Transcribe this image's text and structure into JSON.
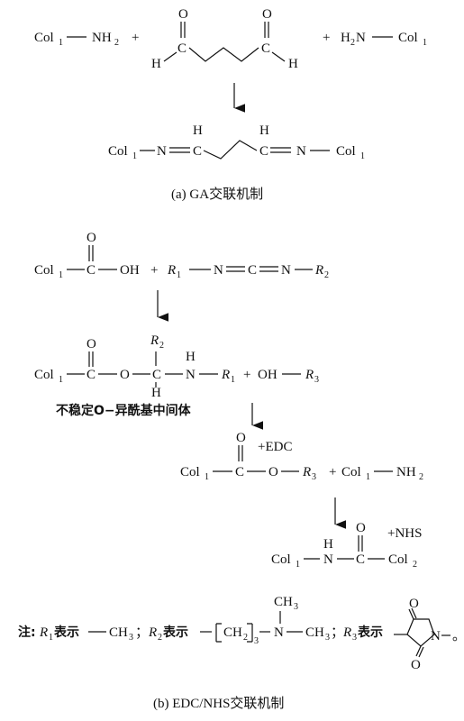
{
  "col1": "Col",
  "col2": "Col",
  "sub1": "1",
  "sub2": "2",
  "sub3": "3",
  "nh2": "NH",
  "h2n_h": "H",
  "h2n_n": "N",
  "plus": "+",
  "o": "O",
  "h": "H",
  "c": "C",
  "n": "N",
  "oh": "OH",
  "r": "R",
  "ch": "CH",
  "edc": "+EDC",
  "nhs": "+NHS",
  "o_suffix": "。",
  "captions": {
    "a": "(a) GA交联机制",
    "b": "(b) EDC/NHS交联机制"
  },
  "intermediate_label": "不稳定O−异酰基中间体",
  "note": {
    "prefix": "注:",
    "r1_desc": "表示",
    "r2_desc": "表示",
    "r3_desc": "表示",
    "sep": "；"
  }
}
